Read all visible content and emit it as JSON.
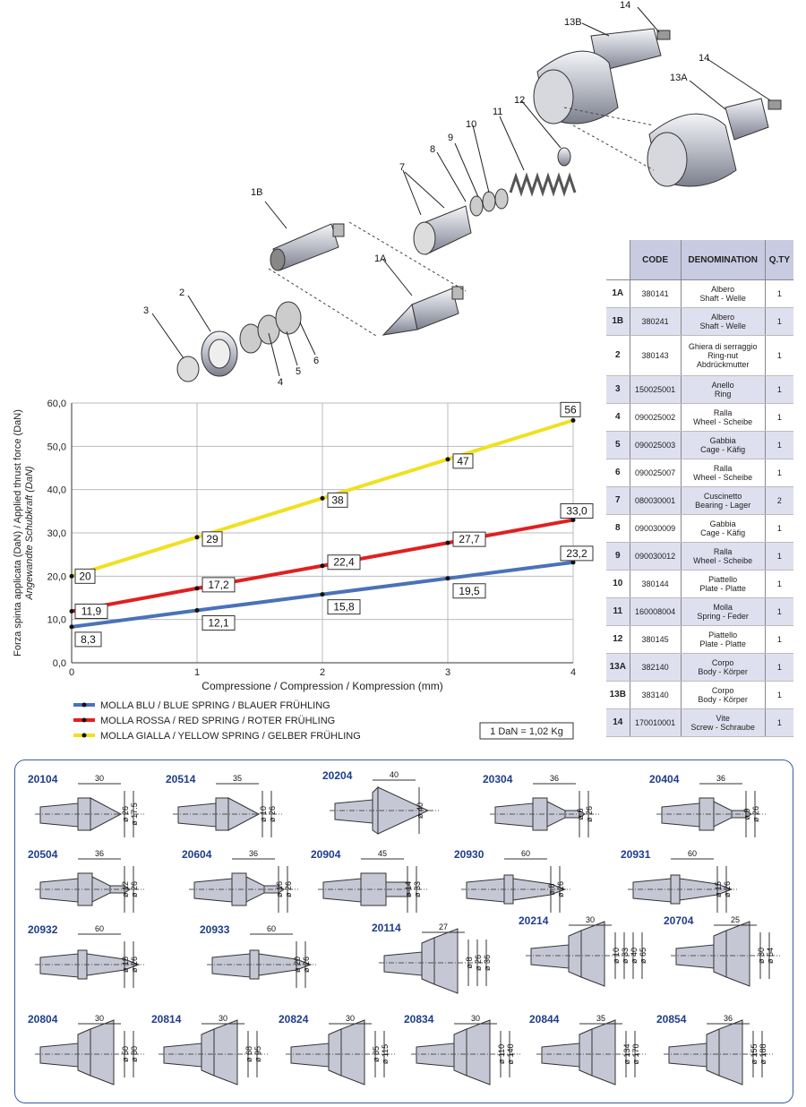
{
  "drawing": {
    "callouts": [
      "14",
      "13B",
      "14",
      "13A",
      "12",
      "11",
      "10",
      "9",
      "8",
      "7",
      "1B",
      "1A",
      "2",
      "3",
      "4",
      "5",
      "6"
    ]
  },
  "parts_table": {
    "headers": [
      "CODE",
      "DENOMINATION",
      "Q.TY"
    ],
    "rows": [
      {
        "ref": "1A",
        "code": "380141",
        "den": [
          "Albero",
          "Shaft - Welle"
        ],
        "qty": "1"
      },
      {
        "ref": "1B",
        "code": "380241",
        "den": [
          "Albero",
          "Shaft - Welle"
        ],
        "qty": "1"
      },
      {
        "ref": "2",
        "code": "380143",
        "den": [
          "Ghiera di serraggio",
          "Ring-nut",
          "Abdrückmutter"
        ],
        "qty": "1"
      },
      {
        "ref": "3",
        "code": "150025001",
        "den": [
          "Anello",
          "Ring"
        ],
        "qty": "1"
      },
      {
        "ref": "4",
        "code": "090025002",
        "den": [
          "Ralla",
          "Wheel - Scheibe"
        ],
        "qty": "1"
      },
      {
        "ref": "5",
        "code": "090025003",
        "den": [
          "Gabbia",
          "Cage - Käfig"
        ],
        "qty": "1"
      },
      {
        "ref": "6",
        "code": "090025007",
        "den": [
          "Ralla",
          "Wheel - Scheibe"
        ],
        "qty": "1"
      },
      {
        "ref": "7",
        "code": "080030001",
        "den": [
          "Cuscinetto",
          "Bearing - Lager"
        ],
        "qty": "2"
      },
      {
        "ref": "8",
        "code": "090030009",
        "den": [
          "Gabbia",
          "Cage - Käfig"
        ],
        "qty": "1"
      },
      {
        "ref": "9",
        "code": "090030012",
        "den": [
          "Ralla",
          "Wheel - Scheibe"
        ],
        "qty": "1"
      },
      {
        "ref": "10",
        "code": "380144",
        "den": [
          "Piattello",
          "Plate - Platte"
        ],
        "qty": "1"
      },
      {
        "ref": "11",
        "code": "160008004",
        "den": [
          "Molla",
          "Spring - Feder"
        ],
        "qty": "1"
      },
      {
        "ref": "12",
        "code": "380145",
        "den": [
          "Piattello",
          "Plate - Platte"
        ],
        "qty": "1"
      },
      {
        "ref": "13A",
        "code": "382140",
        "den": [
          "Corpo",
          "Body - Körper"
        ],
        "qty": "1"
      },
      {
        "ref": "13B",
        "code": "383140",
        "den": [
          "Corpo",
          "Body - Körper"
        ],
        "qty": "1"
      },
      {
        "ref": "14",
        "code": "170010001",
        "den": [
          "Vite",
          "Screw - Schraube"
        ],
        "qty": "1"
      }
    ]
  },
  "chart_data": {
    "type": "line",
    "x": [
      0,
      1,
      2,
      3,
      4
    ],
    "xlim": [
      0,
      4
    ],
    "ylim": [
      0,
      60
    ],
    "yticks": [
      "0,0",
      "10,0",
      "20,0",
      "30,0",
      "40,0",
      "50,0",
      "60,0"
    ],
    "xticks": [
      "0",
      "1",
      "2",
      "3",
      "4"
    ],
    "xlabel": "Compressione / Compression / Kompression (mm)",
    "ylabel_lines": [
      "Forza spinta applicata (DaN) / Applied thrust force (DaN)",
      "Angewandte Schubkraft (DaN)"
    ],
    "grid": true,
    "legend_position": "bottom-left",
    "series": [
      {
        "name": "MOLLA BLU / BLUE SPRING / BLAUER FRÜHLING",
        "color": "#4a72b8",
        "values": [
          8.3,
          12.1,
          15.8,
          19.5,
          23.2
        ],
        "labels": [
          "8,3",
          "12,1",
          "15,8",
          "19,5",
          "23,2"
        ]
      },
      {
        "name": "MOLLA ROSSA / RED SPRING / ROTER FRÜHLING",
        "color": "#e02020",
        "values": [
          11.9,
          17.2,
          22.4,
          27.7,
          33.0
        ],
        "labels": [
          "11,9",
          "17,2",
          "22,4",
          "27,7",
          "33,0"
        ]
      },
      {
        "name": "MOLLA GIALLA / YELLOW SPRING / GELBER FRÜHLING",
        "color": "#f0e020",
        "values": [
          20,
          29,
          38,
          47,
          56
        ],
        "labels": [
          "20",
          "29",
          "38",
          "47",
          "56"
        ]
      }
    ],
    "note": "1 DaN = 1,02 Kg"
  },
  "tools": [
    {
      "code": "20104",
      "dims": [
        "30",
        "ø 26",
        "ø 17.5"
      ]
    },
    {
      "code": "20514",
      "dims": [
        "35",
        "ø 10",
        "ø 26"
      ]
    },
    {
      "code": "20204",
      "dims": [
        "40",
        "ø 40"
      ]
    },
    {
      "code": "20304",
      "dims": [
        "36",
        "ø 6",
        "ø 26"
      ]
    },
    {
      "code": "20404",
      "dims": [
        "36",
        "ø 9",
        "ø 26"
      ]
    },
    {
      "code": "20504",
      "dims": [
        "36",
        "ø 12",
        "ø 26"
      ]
    },
    {
      "code": "20604",
      "dims": [
        "36",
        "ø 16",
        "ø 26"
      ]
    },
    {
      "code": "20904",
      "dims": [
        "45",
        "ø 14",
        "ø 33"
      ]
    },
    {
      "code": "20930",
      "dims": [
        "60",
        "ø 8",
        "ø 26"
      ]
    },
    {
      "code": "20931",
      "dims": [
        "60",
        "ø 15",
        "ø 26"
      ]
    },
    {
      "code": "20932",
      "dims": [
        "60",
        "ø 18",
        "ø 26"
      ]
    },
    {
      "code": "20933",
      "dims": [
        "60",
        "ø 20",
        "ø 26"
      ]
    },
    {
      "code": "20114",
      "dims": [
        "27",
        "ø 8",
        "ø 26",
        "ø 36"
      ]
    },
    {
      "code": "20214",
      "dims": [
        "30",
        "ø 10",
        "ø 33",
        "ø 40",
        "ø 65"
      ]
    },
    {
      "code": "20704",
      "dims": [
        "25",
        "ø 30",
        "ø 54"
      ]
    },
    {
      "code": "20804",
      "dims": [
        "30",
        "ø 50",
        "ø 80"
      ]
    },
    {
      "code": "20814",
      "dims": [
        "30",
        "ø 68",
        "ø 95"
      ]
    },
    {
      "code": "20824",
      "dims": [
        "30",
        "ø 85",
        "ø 115"
      ]
    },
    {
      "code": "20834",
      "dims": [
        "30",
        "ø 110",
        "ø 140"
      ]
    },
    {
      "code": "20844",
      "dims": [
        "35",
        "ø 134",
        "ø 170"
      ]
    },
    {
      "code": "20854",
      "dims": [
        "36",
        "ø 155",
        "ø 188"
      ]
    }
  ]
}
